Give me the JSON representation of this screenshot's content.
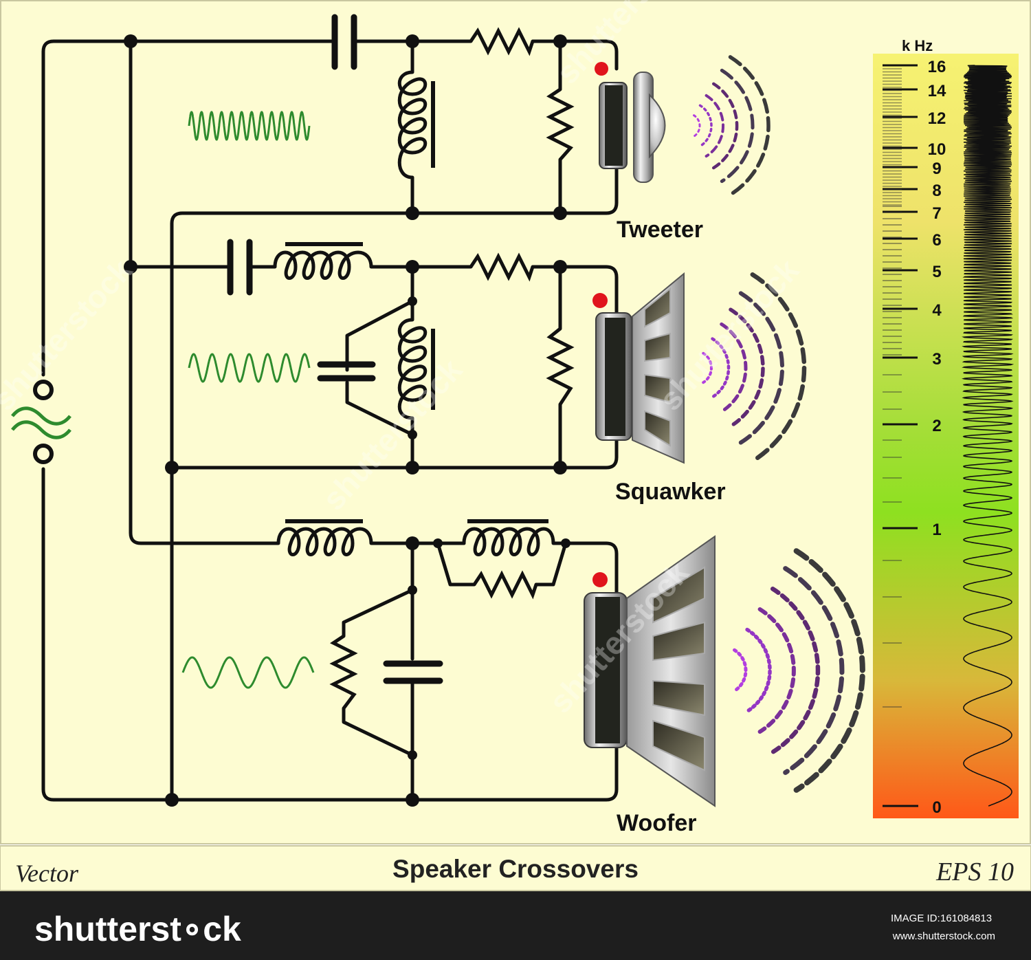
{
  "speakers": {
    "tweeter": "Tweeter",
    "squawker": "Squawker",
    "woofer": "Woofer"
  },
  "scale": {
    "unit": "k Hz",
    "labels": [
      "16",
      "14",
      "12",
      "10",
      "9",
      "8",
      "7",
      "6",
      "5",
      "4",
      "3",
      "2",
      "1",
      "0"
    ]
  },
  "footer": {
    "left": "Vector",
    "title": "Speaker Crossovers",
    "right": "EPS 10"
  },
  "watermark": {
    "logo": "shutterst∘ck",
    "image_id_label": "IMAGE ID:",
    "image_id": "161084813",
    "url": "www.shutterstock.com",
    "overlay": "shutterstock"
  },
  "colors": {
    "background": "#fdfcd2",
    "wire": "#111111",
    "signal_wave": "#2e8b2e",
    "sound_wave": "#7a2f9a",
    "polarity_dot": "#e0141c",
    "bar_top": "#f3ee66",
    "bar_mid": "#8ee020",
    "bar_bottom": "#ff5818",
    "footer_bar": "#1e1e1e"
  }
}
